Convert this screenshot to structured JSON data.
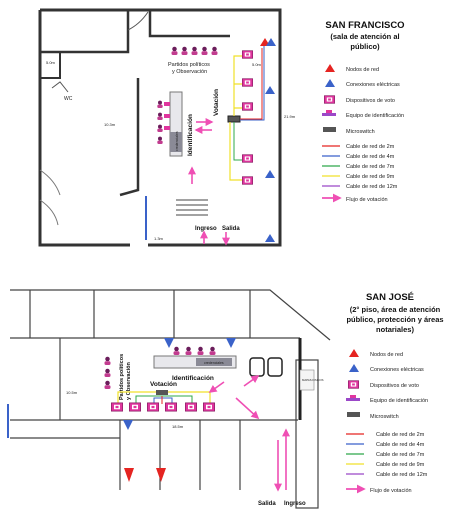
{
  "sf": {
    "title": "SAN FRANCISCO",
    "subtitle_lines": [
      "(sala de atención al",
      "público)"
    ],
    "labels": {
      "parties_1": "Partidos políticos",
      "parties_2": "y Observación",
      "identification": "Identificación",
      "voting": "Votación",
      "credentials": "credenciales",
      "entry": "Ingreso",
      "exit": "Salida",
      "wc": "WC",
      "dim_a": "5.0m",
      "dim_b": "10.3m",
      "dim_c": "21.9m",
      "dim_d": "5.0m",
      "dim_e": "1.3m"
    }
  },
  "sj": {
    "title_line1": "SAN JOSÉ",
    "subtitle_lines": [
      "(2° piso, área de atención",
      "público, protección y áreas",
      "notariales)"
    ],
    "labels": {
      "parties_1": "Partidos políticos",
      "parties_2": "y Observación",
      "identification": "Identificación",
      "voting": "Votación",
      "credentials": "credenciales",
      "entry": "Ingreso",
      "exit": "Salida",
      "dim_a": "10.5m",
      "dim_b": "18.5m",
      "note": "MAPAS FISICOS"
    }
  },
  "legend": {
    "node": "Nodos de red",
    "electric": "Conexiones eléctricas",
    "voting_device": "Dispositivos de voto",
    "id_equipment": "Equipo de identificación",
    "microswitch": "Microswitch",
    "cable_2m": "Cable de red de 2m",
    "cable_4m": "Cable de red de 4m",
    "cable_7m": "Cable de red de 7m",
    "cable_9m": "Cable de red de 9m",
    "cable_12m": "Cable de red de 12m",
    "flow": "Flujo de votación"
  },
  "colors": {
    "red": "#e52421",
    "blue": "#3a62c9",
    "magenta": "#e0359e",
    "flow": "#ef4fb4",
    "cable_2m": "#e52421",
    "cable_4m": "#3a62c9",
    "cable_7m": "#2fa84a",
    "cable_9m": "#f0e12a",
    "cable_12m": "#9b48c8"
  }
}
